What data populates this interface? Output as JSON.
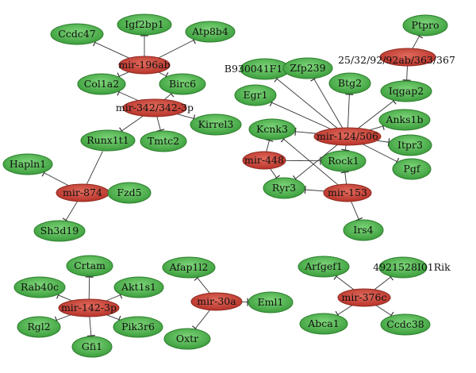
{
  "colors": {
    "mirna_fill": "#c0392b",
    "mirna_stroke": "#8e2a20",
    "gene_fill": "#3aa63a",
    "gene_stroke": "#2c7d2c"
  },
  "nodes": {
    "mir196ab": {
      "label": "mir-196ab",
      "kind": "mirna"
    },
    "mir342": {
      "label": "mir-342/342-3p",
      "kind": "mirna",
      "external": true
    },
    "mir874": {
      "label": "mir-874",
      "kind": "mirna"
    },
    "mir124": {
      "label": "mir-124/506",
      "kind": "mirna",
      "external": true
    },
    "mir25": {
      "label": "25/32/92/92ab/363/367",
      "kind": "mirna",
      "external": true
    },
    "mir448": {
      "label": "mir-448",
      "kind": "mirna"
    },
    "mir153": {
      "label": "mir-153",
      "kind": "mirna"
    },
    "mir142": {
      "label": "mir-142-3p",
      "kind": "mirna"
    },
    "mir30a": {
      "label": "mir-30a",
      "kind": "mirna"
    },
    "mir376c": {
      "label": "mir-376c",
      "kind": "mirna"
    },
    "Ccdc47": {
      "label": "Ccdc47",
      "kind": "gene"
    },
    "Igf2bp1": {
      "label": "Igf2bp1",
      "kind": "gene"
    },
    "Atp8b4": {
      "label": "Atp8b4",
      "kind": "gene"
    },
    "Col1a2": {
      "label": "Col1a2",
      "kind": "gene"
    },
    "Birc6": {
      "label": "Birc6",
      "kind": "gene"
    },
    "Kirrel3": {
      "label": "Kirrel3",
      "kind": "gene"
    },
    "Runx1t1": {
      "label": "Runx1t1",
      "kind": "gene"
    },
    "Tmtc2": {
      "label": "Tmtc2",
      "kind": "gene"
    },
    "Hapln1": {
      "label": "Hapln1",
      "kind": "gene"
    },
    "Fzd5": {
      "label": "Fzd5",
      "kind": "gene"
    },
    "Sh3d19": {
      "label": "Sh3d19",
      "kind": "gene"
    },
    "B930041F14Rik": {
      "label": "B930041F14Rik",
      "kind": "gene",
      "external": true
    },
    "Zfp239": {
      "label": "Zfp239",
      "kind": "gene"
    },
    "Ptpro": {
      "label": "Ptpro",
      "kind": "gene"
    },
    "Btg2": {
      "label": "Btg2",
      "kind": "gene"
    },
    "Iqgap2": {
      "label": "Iqgap2",
      "kind": "gene"
    },
    "Egr1": {
      "label": "Egr1",
      "kind": "gene"
    },
    "Anks1b": {
      "label": "Anks1b",
      "kind": "gene"
    },
    "Kcnk3": {
      "label": "Kcnk3",
      "kind": "gene"
    },
    "Itpr3": {
      "label": "Itpr3",
      "kind": "gene"
    },
    "Rock1": {
      "label": "Rock1",
      "kind": "gene"
    },
    "Pgf": {
      "label": "Pgf",
      "kind": "gene"
    },
    "Ryr3": {
      "label": "Ryr3",
      "kind": "gene"
    },
    "Irs4": {
      "label": "Irs4",
      "kind": "gene"
    },
    "Crtam": {
      "label": "Crtam",
      "kind": "gene"
    },
    "Rab40c": {
      "label": "Rab40c",
      "kind": "gene"
    },
    "Akt1s1": {
      "label": "Akt1s1",
      "kind": "gene"
    },
    "Rgl2": {
      "label": "Rgl2",
      "kind": "gene"
    },
    "Pik3r6": {
      "label": "Pik3r6",
      "kind": "gene"
    },
    "Gfi1": {
      "label": "Gfi1",
      "kind": "gene"
    },
    "Afap1l2": {
      "label": "Afap1l2",
      "kind": "gene"
    },
    "Eml1": {
      "label": "Eml1",
      "kind": "gene"
    },
    "Oxtr": {
      "label": "Oxtr",
      "kind": "gene"
    },
    "Arfgef1": {
      "label": "Arfgef1",
      "kind": "gene"
    },
    "Rik4921528": {
      "label": "4921528I01Rik",
      "kind": "gene",
      "external": true
    },
    "Abca1": {
      "label": "Abca1",
      "kind": "gene"
    },
    "Ccdc38": {
      "label": "Ccdc38",
      "kind": "gene"
    }
  },
  "edges": [
    [
      "mir196ab",
      "Ccdc47"
    ],
    [
      "mir196ab",
      "Igf2bp1"
    ],
    [
      "mir196ab",
      "Atp8b4"
    ],
    [
      "mir196ab",
      "Col1a2"
    ],
    [
      "mir196ab",
      "Birc6"
    ],
    [
      "mir342",
      "Col1a2"
    ],
    [
      "mir342",
      "Birc6"
    ],
    [
      "mir342",
      "Kirrel3"
    ],
    [
      "mir342",
      "Runx1t1"
    ],
    [
      "mir342",
      "Tmtc2"
    ],
    [
      "mir874",
      "Runx1t1",
      "plain"
    ],
    [
      "mir874",
      "Hapln1"
    ],
    [
      "mir874",
      "Fzd5"
    ],
    [
      "mir874",
      "Sh3d19"
    ],
    [
      "mir124",
      "B930041F14Rik"
    ],
    [
      "mir124",
      "Zfp239"
    ],
    [
      "mir124",
      "Btg2"
    ],
    [
      "mir124",
      "Iqgap2"
    ],
    [
      "mir124",
      "Egr1"
    ],
    [
      "mir124",
      "Anks1b"
    ],
    [
      "mir124",
      "Kcnk3"
    ],
    [
      "mir124",
      "Itpr3"
    ],
    [
      "mir124",
      "Pgf"
    ],
    [
      "mir124",
      "Rock1"
    ],
    [
      "mir124",
      "Ryr3"
    ],
    [
      "mir25",
      "Ptpro"
    ],
    [
      "mir25",
      "Iqgap2"
    ],
    [
      "mir448",
      "Kcnk3"
    ],
    [
      "mir448",
      "Rock1"
    ],
    [
      "mir448",
      "Ryr3"
    ],
    [
      "mir153",
      "Rock1"
    ],
    [
      "mir153",
      "Ryr3"
    ],
    [
      "mir153",
      "Irs4"
    ],
    [
      "mir153",
      "Kcnk3"
    ],
    [
      "mir142",
      "Crtam"
    ],
    [
      "mir142",
      "Rab40c"
    ],
    [
      "mir142",
      "Akt1s1"
    ],
    [
      "mir142",
      "Rgl2"
    ],
    [
      "mir142",
      "Pik3r6"
    ],
    [
      "mir142",
      "Gfi1"
    ],
    [
      "mir30a",
      "Afap1l2"
    ],
    [
      "mir30a",
      "Eml1"
    ],
    [
      "mir30a",
      "Oxtr"
    ],
    [
      "mir376c",
      "Arfgef1"
    ],
    [
      "mir376c",
      "Rik4921528"
    ],
    [
      "mir376c",
      "Abca1"
    ],
    [
      "mir376c",
      "Ccdc38"
    ]
  ]
}
